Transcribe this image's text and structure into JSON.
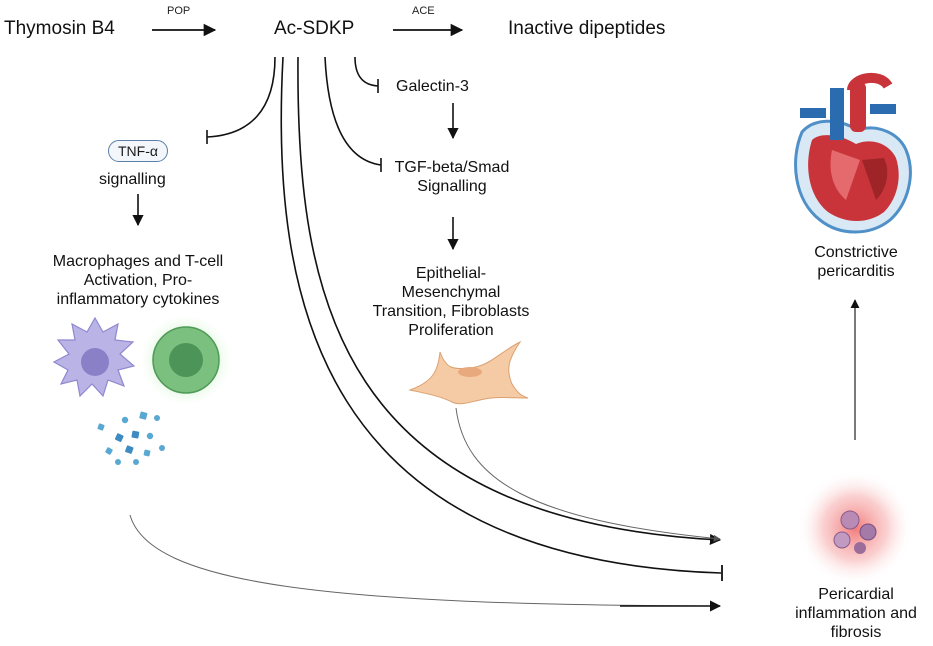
{
  "nodes": {
    "thymosin": "Thymosin B4",
    "acsdkp": "Ac-SDKP",
    "inactive": "Inactive dipeptides",
    "galectin": "Galectin-3",
    "tgf_line1": "TGF-beta/Smad",
    "tgf_line2": "Signalling",
    "tnf_pill": "TNF-α",
    "tnf_sub": "signalling",
    "macro_line1": "Macrophages and T-cell",
    "macro_line2": "Activation, Pro-",
    "macro_line3": "inflammatory cytokines",
    "emt_line1": "Epithelial-",
    "emt_line2": "Mesenchymal",
    "emt_line3": "Transition, Fibroblasts",
    "emt_line4": "Proliferation",
    "cp_line1": "Constrictive",
    "cp_line2": "pericarditis",
    "pif_line1": "Pericardial",
    "pif_line2": "inflammation and",
    "pif_line3": "fibrosis"
  },
  "edges": {
    "pop": "POP",
    "ace": "ACE"
  },
  "colors": {
    "macrophage": "#a9a3dd",
    "tcell": "#6fb27a",
    "cytokine": "#4ea3cf",
    "fibroblast": "#f3c8a0",
    "inflammation_glow": "#f28b8b",
    "heart_red": "#c8343a",
    "heart_blue": "#2b6cb0"
  }
}
